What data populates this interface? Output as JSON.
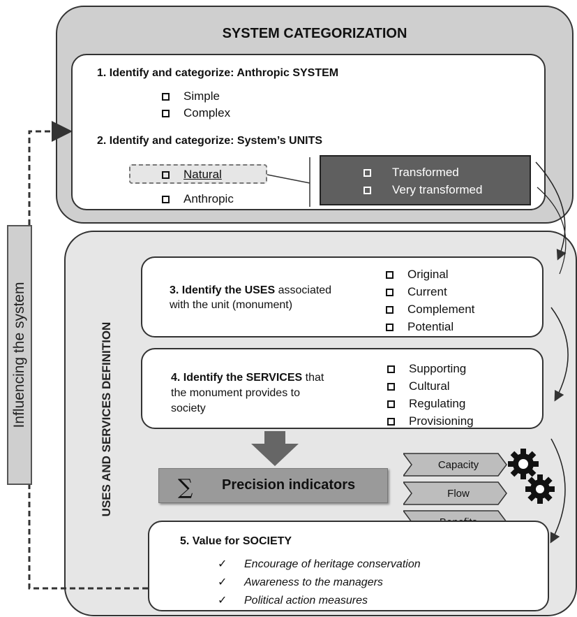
{
  "section1": {
    "title": "SYSTEM CATEGORIZATION",
    "step1": {
      "heading": "1. Identify and categorize: Anthropic SYSTEM",
      "options": [
        "Simple",
        "Complex"
      ]
    },
    "step2": {
      "heading": "2. Identify and categorize: System’s UNITS",
      "options": [
        "Natural",
        "Anthropic"
      ],
      "natural_sub": [
        "Transformed",
        "Very transformed"
      ]
    }
  },
  "section2": {
    "vertical_title": "USES AND SERVICES DEFINITION",
    "step3": {
      "heading_bold": "3. Identify the USES",
      "heading_rest": " associated",
      "heading_line2": "with the unit (monument)",
      "options": [
        "Original",
        "Current",
        "Complement",
        "Potential"
      ]
    },
    "step4": {
      "heading_bold": "4. Identify the SERVICES",
      "heading_rest": " that",
      "heading_line2": "the monument provides to",
      "heading_line3": "society",
      "options": [
        "Supporting",
        "Cultural",
        "Regulating",
        "Provisioning"
      ]
    },
    "indicators": {
      "symbol": "∑",
      "label": "Precision indicators",
      "items": [
        "Capacity",
        "Flow",
        "Benefits"
      ]
    },
    "step5": {
      "heading_num": "5",
      "heading_rest": ". Value for SOCIETY",
      "items": [
        "Encourage of heritage conservation",
        "Awareness to the managers",
        "Political action measures"
      ]
    }
  },
  "feedback_label": "Influencing the system",
  "icons": [
    "gear-icon",
    "check-icon",
    "down-arrow-icon",
    "curved-arrow-icon"
  ]
}
